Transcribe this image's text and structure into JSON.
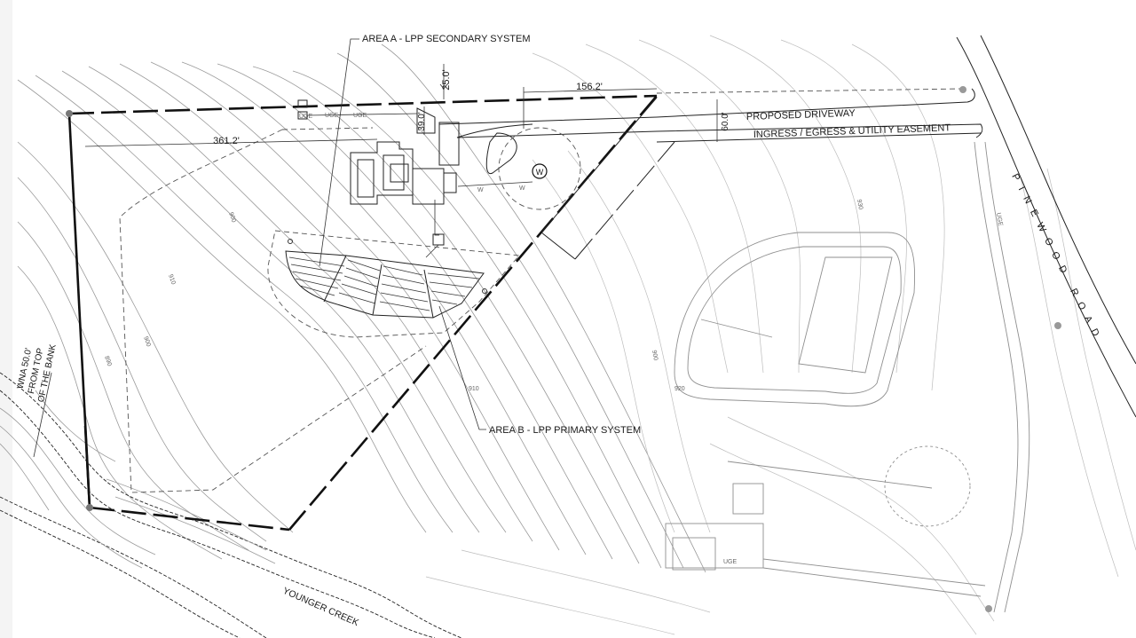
{
  "drawing": {
    "labels": {
      "area_a": "AREA A - LPP SECONDARY SYSTEM",
      "area_b": "AREA B - LPP PRIMARY SYSTEM",
      "proposed_driveway": "PROPOSED DRIVEWAY",
      "easement": "INGRESS / EGRESS & UTILITY EASEMENT",
      "road": "PINEWOOD ROAD",
      "creek": "YOUNGER CREEK",
      "wna_line1": "WNA 50.0'",
      "wna_line2": "FROM TOP",
      "wna_line3": "OF THE BANK"
    },
    "dimensions": {
      "d_25": "25.0'",
      "d_156": "156.2'",
      "d_361": "361.2'",
      "d_39": "39.0'",
      "d_60": "60.0'"
    },
    "utility_tags": {
      "uge1": "UGE",
      "uge2": "UGE",
      "uge3": "UGE",
      "uge4": "UGE",
      "uge5": "UGE",
      "water1": "W",
      "water2": "W"
    },
    "well_symbol": "W",
    "contour_labels": {
      "c900a": "900",
      "c910a": "910",
      "c900b": "900",
      "c890": "890",
      "c910b": "910",
      "c900c": "900",
      "c930": "930",
      "c920": "920"
    }
  }
}
